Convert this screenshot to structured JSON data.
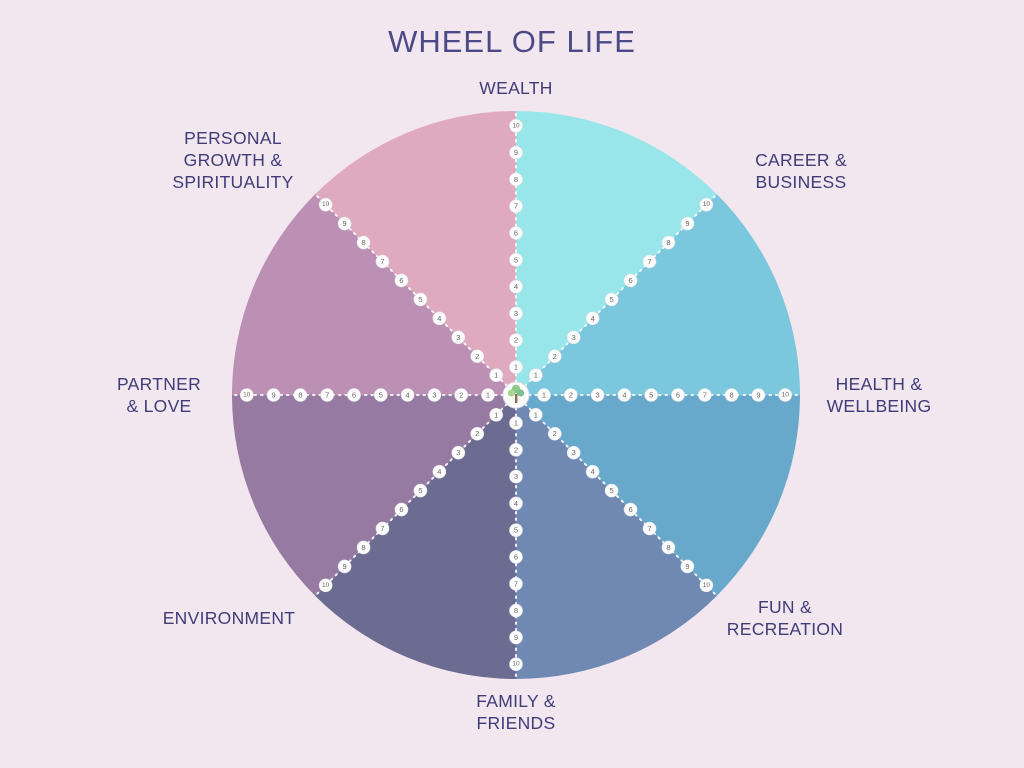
{
  "title": "WHEEL OF LIFE",
  "center_icon": "tree-icon",
  "scale": [
    "1",
    "2",
    "3",
    "4",
    "5",
    "6",
    "7",
    "8",
    "9",
    "10"
  ],
  "segments": [
    {
      "label": "WEALTH",
      "color": "#98e6ea"
    },
    {
      "label": "CAREER &\nBUSINESS",
      "color": "#7bc7dd"
    },
    {
      "label": "HEALTH &\nWELLBEING",
      "color": "#68a9cb"
    },
    {
      "label": "FUN &\nRECREATION",
      "color": "#6f89b3"
    },
    {
      "label": "FAMILY &\nFRIENDS",
      "color": "#6c6b91"
    },
    {
      "label": "ENVIRONMENT",
      "color": "#977aa2"
    },
    {
      "label": "PARTNER\n& LOVE",
      "color": "#bc90b4"
    },
    {
      "label": "PERSONAL\nGROWTH &\nSPIRITUALITY",
      "color": "#dfaabe"
    }
  ],
  "colors": {
    "background": "#f2e6ef",
    "text": "#3f3d78",
    "spoke_line": "#ffffff",
    "marker_fill": "#ffffff",
    "marker_text": "#666666"
  }
}
